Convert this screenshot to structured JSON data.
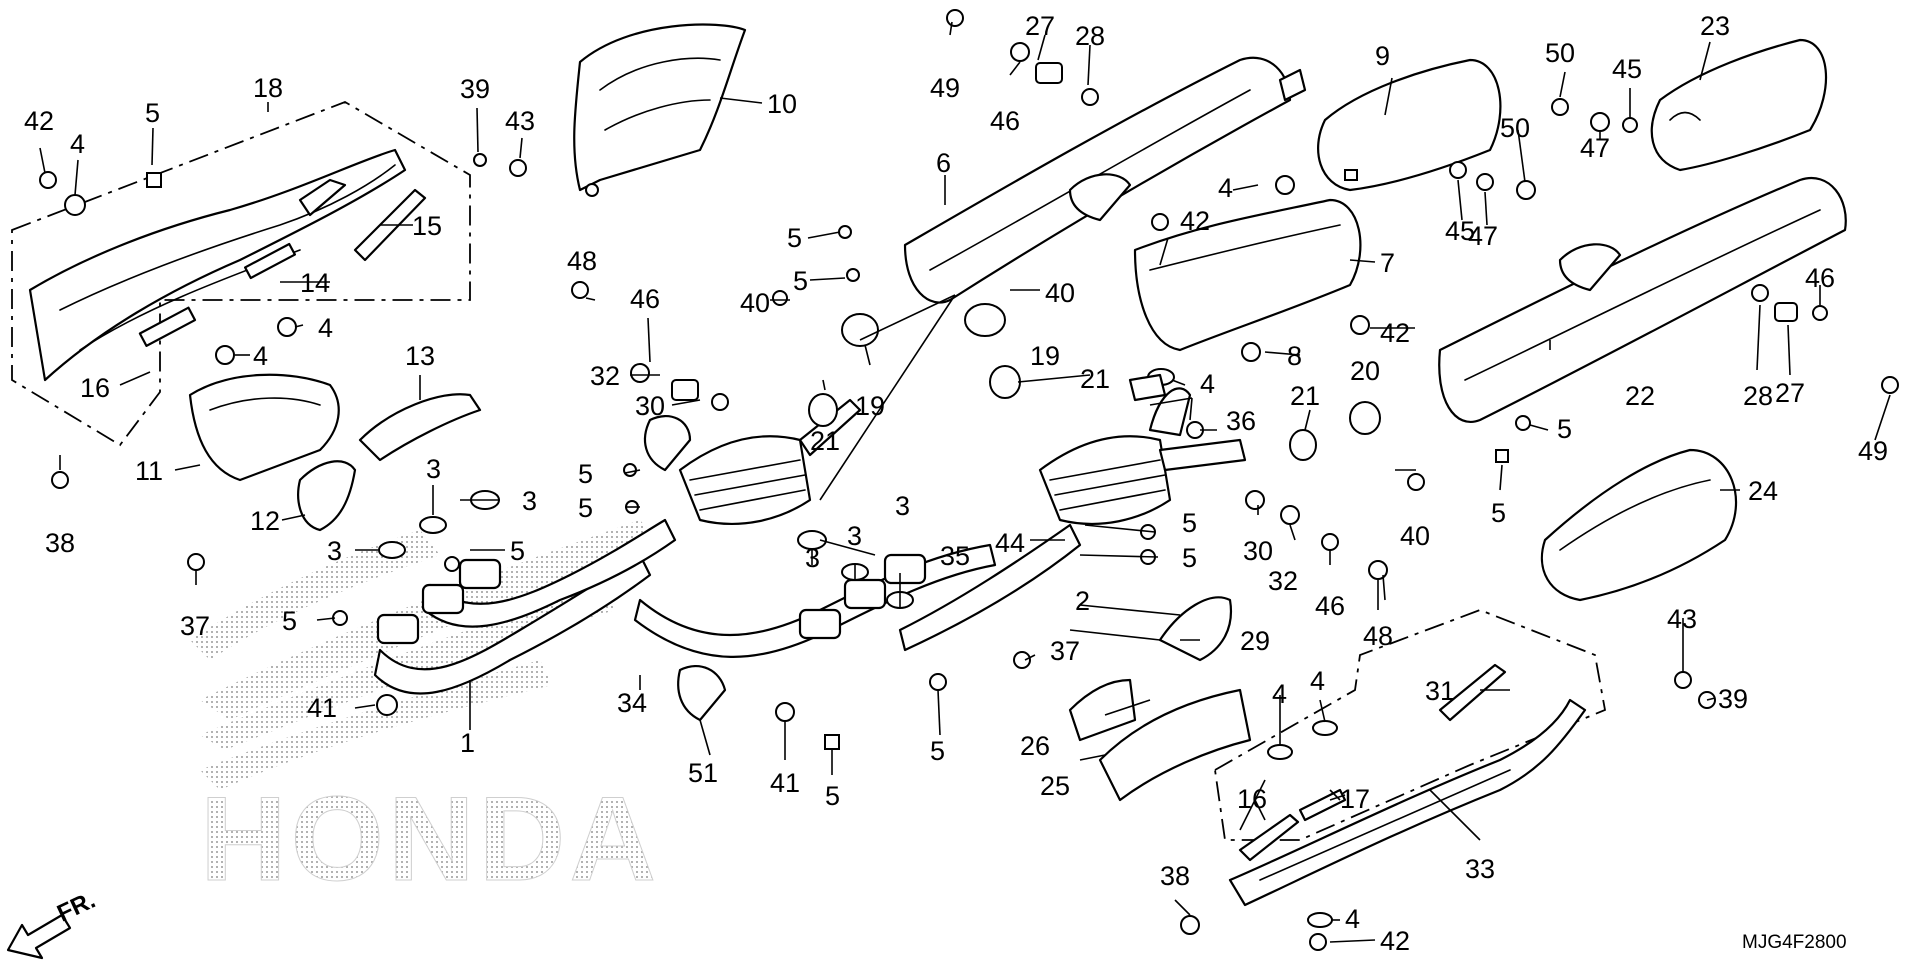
{
  "diagram": {
    "watermark": "HONDA",
    "diagram_code": "MJG4F2800",
    "front_arrow_label": "FR.",
    "callouts": [
      {
        "id": "c42a",
        "label": "42"
      },
      {
        "id": "c4a",
        "label": "4"
      },
      {
        "id": "c5a",
        "label": "5"
      },
      {
        "id": "c18",
        "label": "18"
      },
      {
        "id": "c39a",
        "label": "39"
      },
      {
        "id": "c43a",
        "label": "43"
      },
      {
        "id": "c10",
        "label": "10"
      },
      {
        "id": "c15",
        "label": "15"
      },
      {
        "id": "c14",
        "label": "14"
      },
      {
        "id": "c4b",
        "label": "4"
      },
      {
        "id": "c4c",
        "label": "4"
      },
      {
        "id": "c16a",
        "label": "16"
      },
      {
        "id": "c13",
        "label": "13"
      },
      {
        "id": "c11",
        "label": "11"
      },
      {
        "id": "c38a",
        "label": "38"
      },
      {
        "id": "c12",
        "label": "12"
      },
      {
        "id": "c3a",
        "label": "3"
      },
      {
        "id": "c3b",
        "label": "3"
      },
      {
        "id": "c3c",
        "label": "3"
      },
      {
        "id": "c5b",
        "label": "5"
      },
      {
        "id": "c37a",
        "label": "37"
      },
      {
        "id": "c5c",
        "label": "5"
      },
      {
        "id": "c41a",
        "label": "41"
      },
      {
        "id": "c1",
        "label": "1"
      },
      {
        "id": "c48a",
        "label": "48"
      },
      {
        "id": "c46a",
        "label": "46"
      },
      {
        "id": "c32a",
        "label": "32"
      },
      {
        "id": "c30a",
        "label": "30"
      },
      {
        "id": "c40a",
        "label": "40"
      },
      {
        "id": "c21a",
        "label": "21"
      },
      {
        "id": "c19a",
        "label": "19"
      },
      {
        "id": "c5d",
        "label": "5"
      },
      {
        "id": "c5e",
        "label": "5"
      },
      {
        "id": "c5f",
        "label": "5"
      },
      {
        "id": "c5g",
        "label": "5"
      },
      {
        "id": "c49a",
        "label": "49"
      },
      {
        "id": "c27a",
        "label": "27"
      },
      {
        "id": "c46b",
        "label": "46"
      },
      {
        "id": "c28a",
        "label": "28"
      },
      {
        "id": "c6",
        "label": "6"
      },
      {
        "id": "c9",
        "label": "9"
      },
      {
        "id": "c50a",
        "label": "50"
      },
      {
        "id": "c50b",
        "label": "50"
      },
      {
        "id": "c45a",
        "label": "45"
      },
      {
        "id": "c45b",
        "label": "45"
      },
      {
        "id": "c47a",
        "label": "47"
      },
      {
        "id": "c47b",
        "label": "47"
      },
      {
        "id": "c23",
        "label": "23"
      },
      {
        "id": "c4d",
        "label": "4"
      },
      {
        "id": "c42b",
        "label": "42"
      },
      {
        "id": "c7",
        "label": "7"
      },
      {
        "id": "c42c",
        "label": "42"
      },
      {
        "id": "c8",
        "label": "8"
      },
      {
        "id": "c40b",
        "label": "40"
      },
      {
        "id": "c19b",
        "label": "19"
      },
      {
        "id": "c21b",
        "label": "21"
      },
      {
        "id": "c4e",
        "label": "4"
      },
      {
        "id": "c36",
        "label": "36"
      },
      {
        "id": "c21c",
        "label": "21"
      },
      {
        "id": "c20",
        "label": "20"
      },
      {
        "id": "c22",
        "label": "22"
      },
      {
        "id": "c28b",
        "label": "28"
      },
      {
        "id": "c27b",
        "label": "27"
      },
      {
        "id": "c46c",
        "label": "46"
      },
      {
        "id": "c49b",
        "label": "49"
      },
      {
        "id": "c5h",
        "label": "5"
      },
      {
        "id": "c5i",
        "label": "5"
      },
      {
        "id": "c24",
        "label": "24"
      },
      {
        "id": "c3d",
        "label": "3"
      },
      {
        "id": "c3e",
        "label": "3"
      },
      {
        "id": "c3f",
        "label": "3"
      },
      {
        "id": "c35",
        "label": "35"
      },
      {
        "id": "c44",
        "label": "44"
      },
      {
        "id": "c5j",
        "label": "5"
      },
      {
        "id": "c5k",
        "label": "5"
      },
      {
        "id": "c40c",
        "label": "40"
      },
      {
        "id": "c30b",
        "label": "30"
      },
      {
        "id": "c32b",
        "label": "32"
      },
      {
        "id": "c46d",
        "label": "46"
      },
      {
        "id": "c48b",
        "label": "48"
      },
      {
        "id": "c2",
        "label": "2"
      },
      {
        "id": "c34",
        "label": "34"
      },
      {
        "id": "c51",
        "label": "51"
      },
      {
        "id": "c41b",
        "label": "41"
      },
      {
        "id": "c5l",
        "label": "5"
      },
      {
        "id": "c5m",
        "label": "5"
      },
      {
        "id": "c37b",
        "label": "37"
      },
      {
        "id": "c29",
        "label": "29"
      },
      {
        "id": "c26",
        "label": "26"
      },
      {
        "id": "c25",
        "label": "25"
      },
      {
        "id": "c43b",
        "label": "43"
      },
      {
        "id": "c39b",
        "label": "39"
      },
      {
        "id": "c31",
        "label": "31"
      },
      {
        "id": "c4f",
        "label": "4"
      },
      {
        "id": "c4g",
        "label": "4"
      },
      {
        "id": "c16b",
        "label": "16"
      },
      {
        "id": "c17",
        "label": "17"
      },
      {
        "id": "c33",
        "label": "33"
      },
      {
        "id": "c38b",
        "label": "38"
      },
      {
        "id": "c4h",
        "label": "4"
      },
      {
        "id": "c42d",
        "label": "42"
      }
    ]
  }
}
